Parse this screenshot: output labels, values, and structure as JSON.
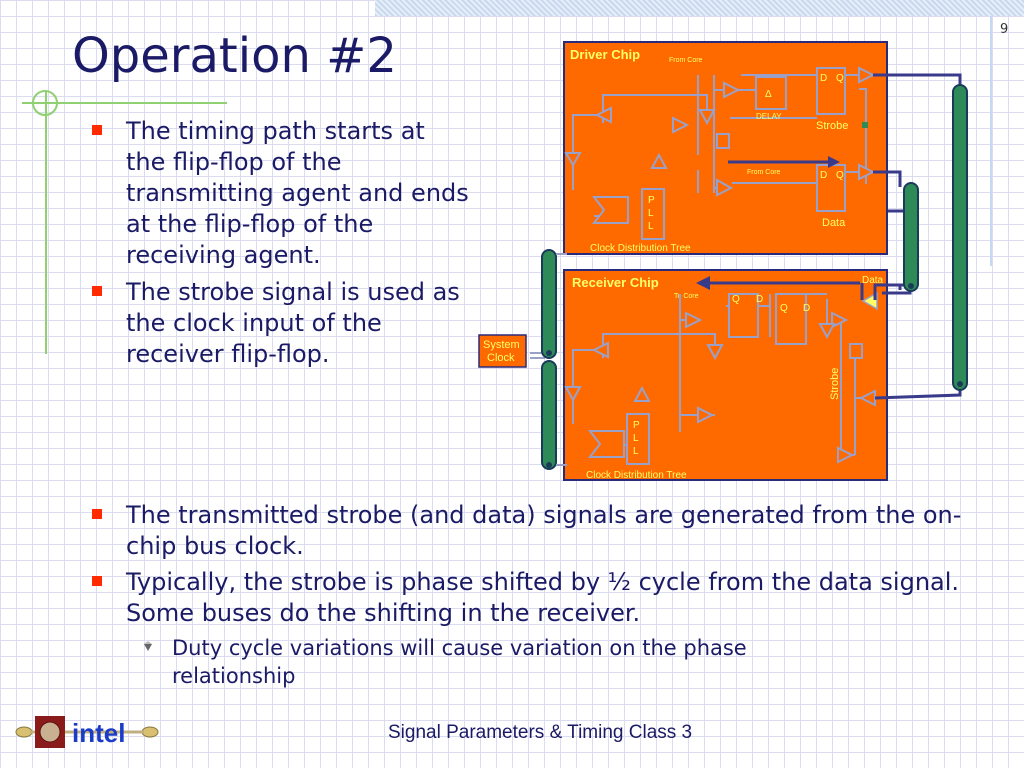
{
  "slide": {
    "title": "Operation #2",
    "page_number": "9",
    "footer": "Signal Parameters & Timing Class 3",
    "logo_text": "intel"
  },
  "bullets_top": [
    "The timing path starts at the flip-flop of the transmitting agent and ends at the flip-flop of the receiving agent.",
    "The strobe signal is used as the clock input of the receiver flip-flop."
  ],
  "bullets_bottom": [
    "The transmitted strobe (and data) signals are generated from the on-chip bus clock.",
    "Typically, the strobe is phase shifted by ½ cycle from the data signal. Some buses do the shifting in the receiver."
  ],
  "sub_bullet": "Duty cycle variations will cause variation on the phase relationship",
  "diagram": {
    "driver_chip": "Driver Chip",
    "receiver_chip": "Receiver Chip",
    "from_core_1": "From Core",
    "from_core_2": "From Core",
    "to_core": "To Core",
    "delta": "Δ",
    "delay": "DELAY",
    "d1": "D",
    "q1": "Q",
    "d2": "D",
    "q2": "Q",
    "q3": "Q",
    "d3": "D",
    "q4": "Q",
    "d4": "D",
    "strobe_driver": "Strobe",
    "data_driver": "Data",
    "data_receiver": "Data",
    "strobe_receiver": "Strobe",
    "pll_1": [
      "P",
      "L",
      "L"
    ],
    "pll_2": [
      "P",
      "L",
      "L"
    ],
    "clock_tree_driver": "Clock Distribution Tree",
    "clock_tree_receiver": "Clock Distribution Tree",
    "system_clock": [
      "System",
      "Clock"
    ]
  },
  "colors": {
    "title": "#1a1a66",
    "bullet": "#ff2a00",
    "chip_fill": "#ff6a00",
    "chip_border": "#2a2a7a",
    "wire": "#9aa0c8",
    "trace": "#3a3a8a",
    "interconnect": "#2e8b57"
  }
}
